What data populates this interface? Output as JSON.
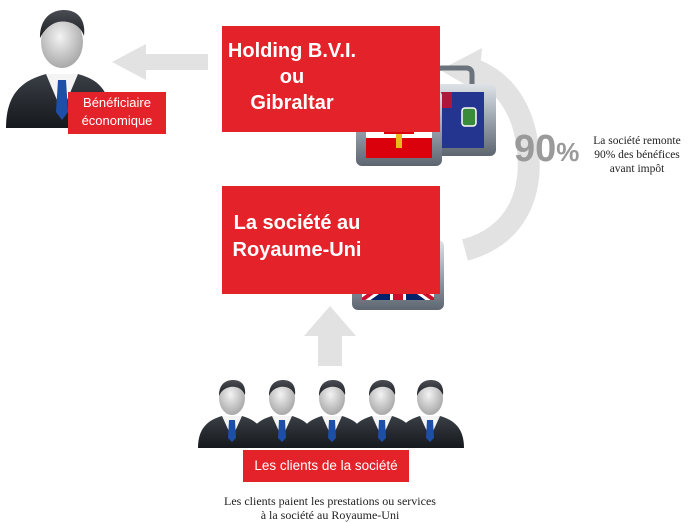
{
  "holding_box": {
    "line1": "Holding B.V.I.",
    "line2": "ou",
    "line3": "Gibraltar"
  },
  "beneficiary": {
    "line1": "Bénéficiaire",
    "line2": "économique"
  },
  "uk_company": {
    "line1": "La société au",
    "line2": "Royaume-Uni"
  },
  "clients_label": "Les clients de la société",
  "percent": {
    "value": "90",
    "sign": "%"
  },
  "percent_note": {
    "line1": "La société remonte",
    "line2": "90% des bénéfices",
    "line3": "avant impôt"
  },
  "caption": {
    "line1": "Les clients paient les prestations ou services",
    "line2": "à la société au Royaume-Uni"
  },
  "colors": {
    "red": "#e4222a",
    "arrow_gray": "#e2e2e2",
    "suit": "#1e2227",
    "tie": "#1d4fa6"
  },
  "icons": [
    "businessman-icon",
    "gibraltar-flag-suitcase-icon",
    "bvi-flag-suitcase-icon",
    "uk-flag-suitcase-icon",
    "clients-group-icon"
  ]
}
